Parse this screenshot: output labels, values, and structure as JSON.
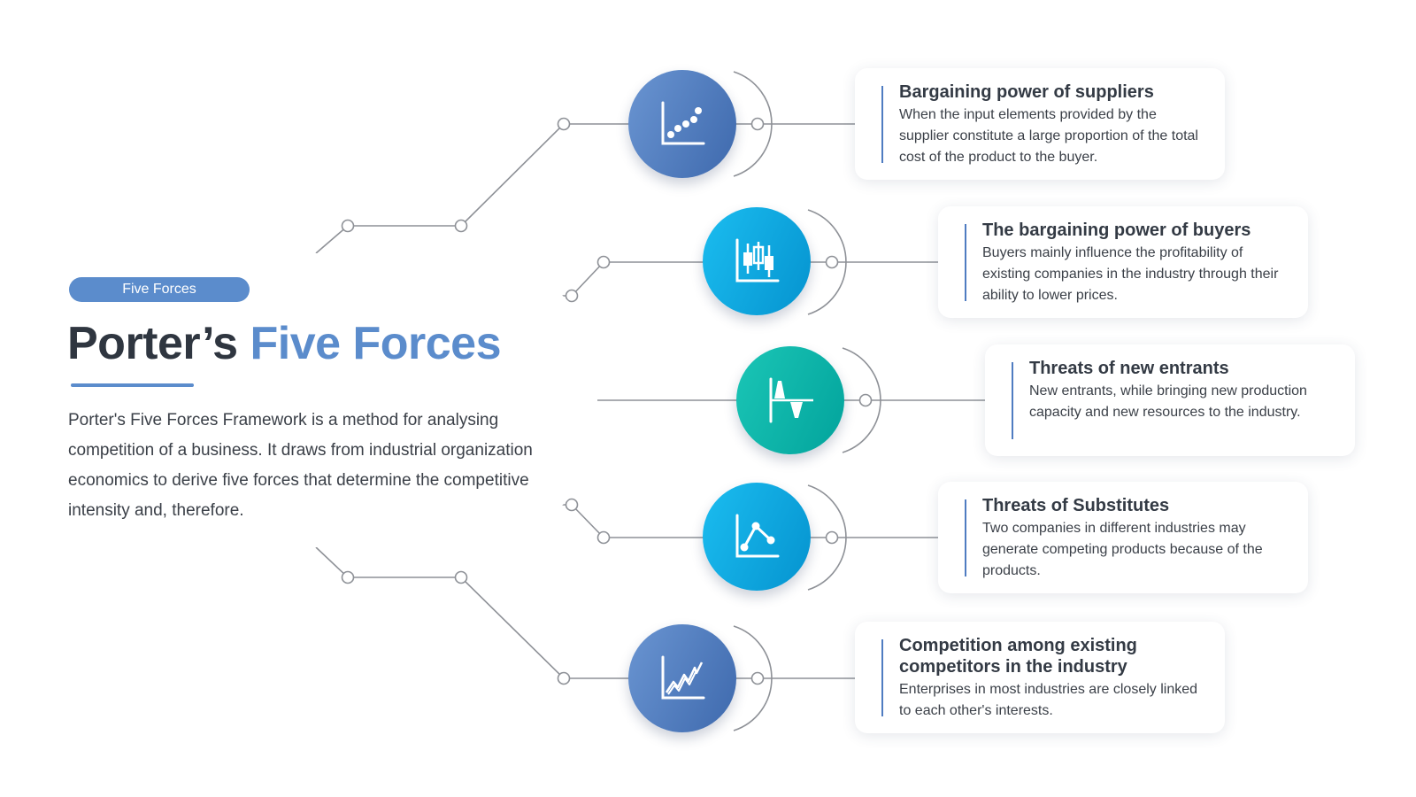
{
  "intro": {
    "badge": "Five Forces",
    "title_part1": "Porter’s",
    "title_part2": "Five Forces",
    "description": "Porter's Five Forces Framework is a method for analysing competition of a business. It draws from industrial organization economics to derive five forces that determine the competitive intensity and, therefore."
  },
  "forces": [
    {
      "title": "Bargaining power of suppliers",
      "description": "When the input elements provided by the supplier constitute a large proportion of the total cost of the product to the buyer.",
      "icon": "scatter-chart-icon",
      "color": "blue"
    },
    {
      "title": "The bargaining power of buyers",
      "description": "Buyers mainly influence the profitability of existing companies in the industry through their ability to lower prices.",
      "icon": "candlestick-chart-icon",
      "color": "cyan"
    },
    {
      "title": "Threats of new entrants",
      "description": "New entrants, while bringing new production capacity and new resources to the industry.",
      "icon": "waveform-chart-icon",
      "color": "teal"
    },
    {
      "title": "Threats of Substitutes",
      "description": "Two companies in different industries may generate competing products because of the products.",
      "icon": "line-chart-icon",
      "color": "cyan"
    },
    {
      "title": "Competition among existing competitors in the industry",
      "description": "Enterprises in most industries are closely linked to each other's interests.",
      "icon": "trend-chart-icon",
      "color": "blue"
    }
  ],
  "colors": {
    "accent": "#5b8ccc",
    "blue": "#4f7cc1",
    "cyan": "#0aa7e0",
    "teal": "#0fb5a9",
    "text_dark": "#2f3640",
    "connector": "#8e9197"
  }
}
